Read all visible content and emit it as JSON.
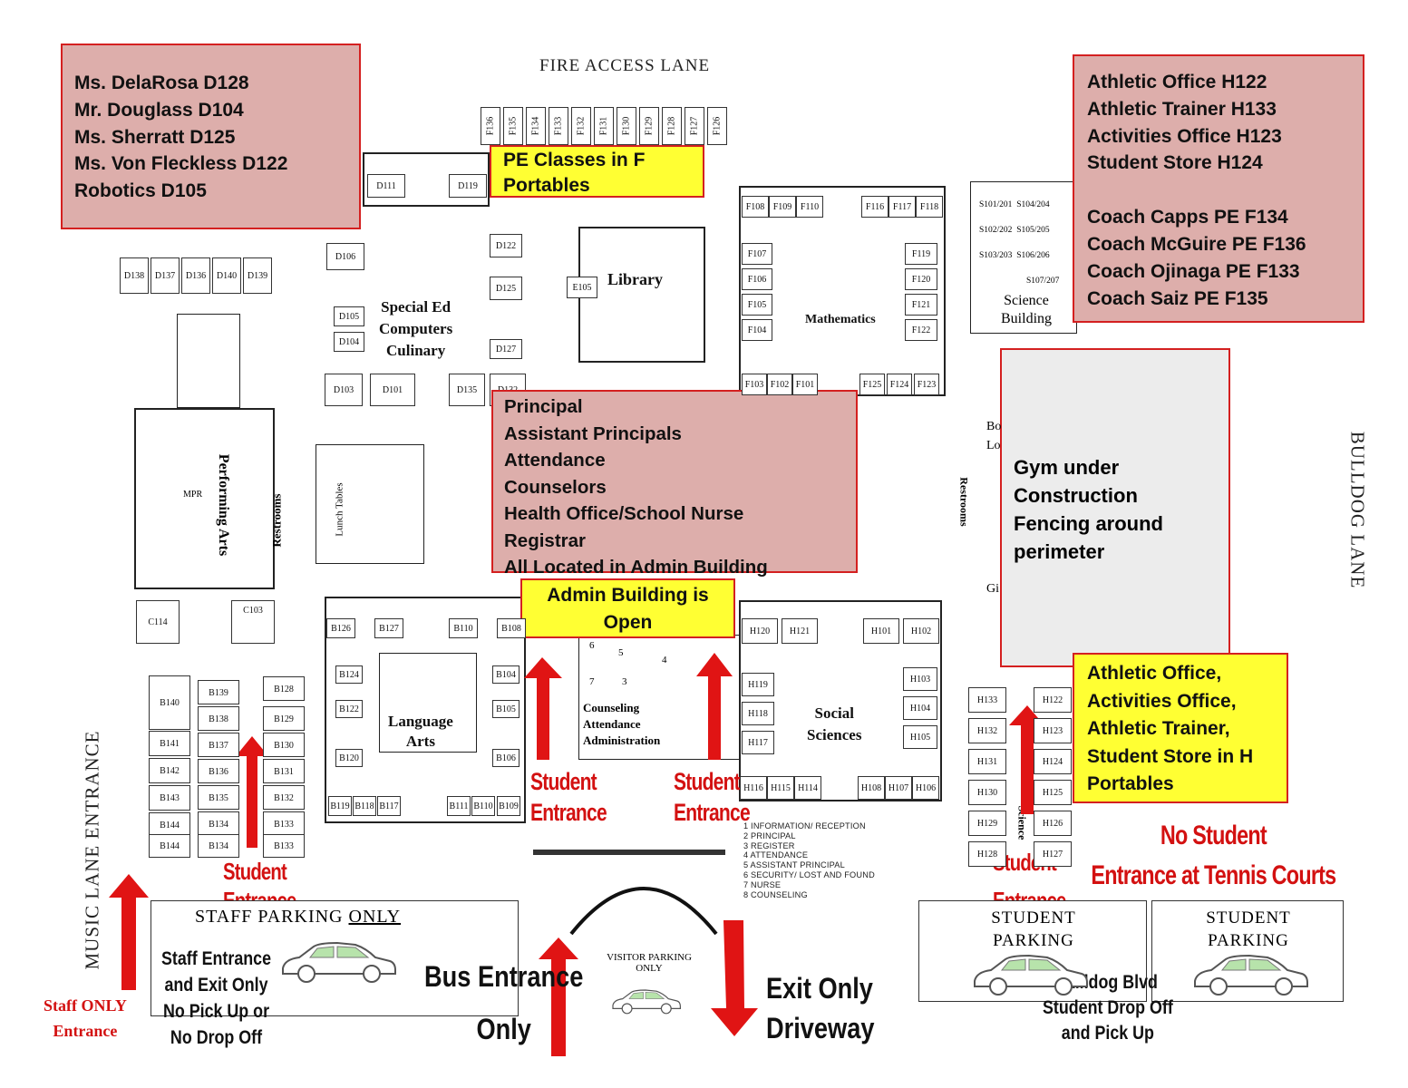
{
  "roads": {
    "fire_access_lane": "FIRE ACCESS LANE",
    "bulldog_lane": "BULLDOG LANE",
    "music_lane_entrance": "MUSIC LANE ENTRANCE"
  },
  "info_boxes": {
    "teachers_d": [
      "Ms. DelaRosa D128",
      "Mr. Douglass D104",
      "Ms. Sherratt D125",
      "Ms. Von Fleckless D122",
      "Robotics D105"
    ],
    "athletics": [
      "Athletic Office H122",
      "Athletic Trainer H133",
      "Activities Office H123",
      "Student Store H124"
    ],
    "coaches": [
      "Coach Capps PE F134",
      "Coach McGuire PE F136",
      "Coach Ojinaga PE F133",
      "Coach Saiz PE F135"
    ],
    "admin_services": [
      "Principal",
      "Assistant Principals",
      "Attendance",
      "Counselors",
      "Health Office/School Nurse",
      "Registrar",
      "All Located in Admin Building"
    ],
    "pe_classes": "PE Classes in F Portables",
    "admin_open": "Admin Building is Open",
    "gym": "Gym under Construction Fencing around perimeter",
    "h_portables": "Athletic Office, Activities Office, Athletic Trainer, Student Store in H Portables"
  },
  "buildings": {
    "library": "Library",
    "special_ed": [
      "Special Ed",
      "Computers",
      "Culinary"
    ],
    "mathematics": "Mathematics",
    "science": [
      "Science",
      "Building"
    ],
    "performing_arts": "Performing Arts",
    "restrooms": "Restrooms",
    "lunch_tables": "Lunch Tables",
    "mpr": "MPR",
    "language_arts": [
      "Language",
      "Arts"
    ],
    "counseling": [
      "Counseling",
      "Attendance",
      "Administration"
    ],
    "social_sciences": [
      "Social",
      "Sciences"
    ]
  },
  "rooms": {
    "f_portables": [
      "F136",
      "F135",
      "F134",
      "F133",
      "F132",
      "F131",
      "F130",
      "F129",
      "F128",
      "F127",
      "F126"
    ],
    "d_top": [
      "D111",
      "D119",
      "D106",
      "D122",
      "D125",
      "D105",
      "D104",
      "D127",
      "D103",
      "D101",
      "D135",
      "D132"
    ],
    "d_portables": [
      "D138",
      "D137",
      "D136",
      "D140",
      "D139"
    ],
    "f_math_top": [
      "F108",
      "F109",
      "F110",
      "F116",
      "F117",
      "F118"
    ],
    "f_math_left": [
      "F107",
      "F106",
      "F105",
      "F104"
    ],
    "f_math_right": [
      "F119",
      "F120",
      "F121",
      "F122"
    ],
    "f_math_bottom": [
      "F103",
      "F102",
      "F101",
      "F125",
      "F124",
      "F123"
    ],
    "e105": "E105",
    "science_rooms": [
      "S101/201",
      "S104/204",
      "S102/202",
      "S105/205",
      "S103/203",
      "S106/206",
      "S107/207"
    ],
    "c_rooms": [
      "C114",
      "C103"
    ],
    "b_left_col1": [
      "B140",
      "B141",
      "B142",
      "B143",
      "B144"
    ],
    "b_left_col2": [
      "B139",
      "B138",
      "B137",
      "B136",
      "B135",
      "B134"
    ],
    "b_left_col3": [
      "B128",
      "B129",
      "B130",
      "B131",
      "B132",
      "B133"
    ],
    "b_main": [
      "B126",
      "B127",
      "B110",
      "B108",
      "B124",
      "B122",
      "B120",
      "B119",
      "B118",
      "B117",
      "B111",
      "B110",
      "B109",
      "B104",
      "B105",
      "B106"
    ],
    "h_main_top": [
      "H120",
      "H121",
      "H101",
      "H102"
    ],
    "h_main_left": [
      "H119",
      "H118",
      "H117"
    ],
    "h_main_right": [
      "H103",
      "H104",
      "H105"
    ],
    "h_main_bottom": [
      "H116",
      "H115",
      "H114",
      "H108",
      "H107",
      "H106"
    ],
    "h_portables_left": [
      "H133",
      "H132",
      "H131",
      "H130",
      "H129",
      "H128"
    ],
    "h_portables_right": [
      "H122",
      "H123",
      "H124",
      "H125",
      "H126",
      "H127"
    ],
    "admin_numbers": [
      "6",
      "5",
      "4",
      "7",
      "3"
    ]
  },
  "legend": [
    "1  INFORMATION/ RECEPTION",
    "2  PRINCIPAL",
    "3  REGISTER",
    "4  ATTENDANCE",
    "5  ASSISTANT PRINCIPAL",
    "6  SECURITY/ LOST AND FOUND",
    "7  NURSE",
    "8  COUNSELING"
  ],
  "entrances": {
    "student_entrance": [
      "Student",
      "Entrance"
    ],
    "staff_only": [
      "Staff ONLY",
      "Entrance"
    ],
    "no_tennis": [
      "No Student",
      "Entrance at Tennis Courts"
    ],
    "bus": [
      "Bus Entrance",
      "Only"
    ],
    "exit": [
      "Exit Only",
      "Driveway"
    ]
  },
  "parking": {
    "staff_title_left": "STAFF PARKING ",
    "staff_title_right": "ONLY",
    "staff_note": [
      "Staff Entrance",
      "and Exit Only",
      "No Pick Up or",
      "No Drop Off"
    ],
    "visitor": [
      "VISITOR PARKING",
      "ONLY"
    ],
    "student": [
      "STUDENT",
      "PARKING"
    ],
    "dropoff": [
      "Bulldog Blvd",
      "Student Drop Off",
      "and Pick Up"
    ]
  },
  "other_labels": {
    "bo": "Bo",
    "lo": "Lo",
    "gi": "Gi",
    "science_side": "Science"
  },
  "colors": {
    "pink": "#ddaeab",
    "yellow": "#ffff33",
    "red": "#d31111",
    "gym_grey": "#ececec"
  }
}
